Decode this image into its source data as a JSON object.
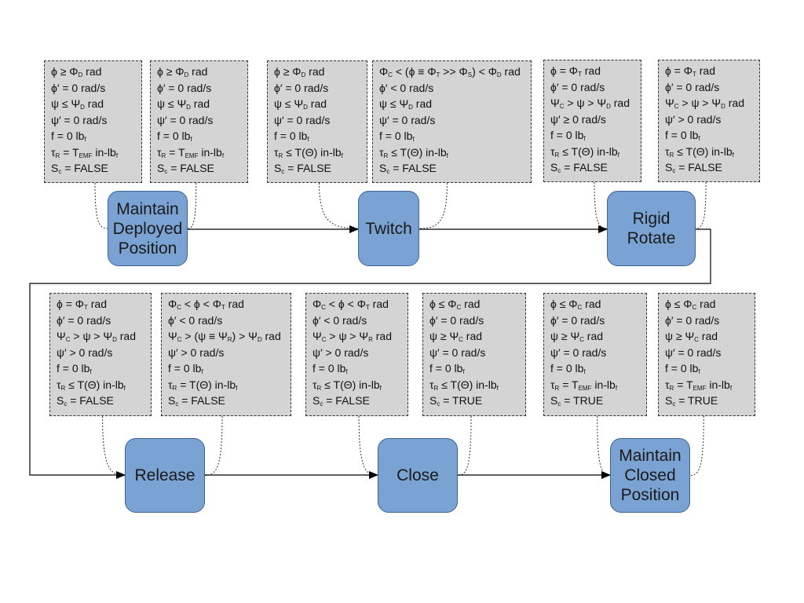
{
  "colors": {
    "state_fill": "#7aa3d3",
    "state_border": "#3c6494",
    "condition_fill": "#d4d4d4",
    "arrow": "#000000"
  },
  "states": [
    {
      "label": "Maintain\nDeployed\nPosition"
    },
    {
      "label": "Twitch"
    },
    {
      "label": "Rigid\nRotate"
    },
    {
      "label": "Release"
    },
    {
      "label": "Close"
    },
    {
      "label": "Maintain\nClosed\nPosition"
    }
  ],
  "conditions": [
    {
      "lines": [
        "ϕ ≥  Φ{D} rad",
        "ϕ′ =  0 rad/s",
        "ψ ≤  Ψ{D} rad",
        "ψ′ =  0 rad/s",
        "f  =  0 lb{f}",
        "τ{R} =  T{EMF} in-lb{f}",
        "S{c} =  FALSE"
      ]
    },
    {
      "lines": [
        "ϕ ≥  Φ{D} rad",
        "ϕ′ =  0 rad/s",
        "ψ ≤  Ψ{D} rad",
        "ψ′ =  0 rad/s",
        "f  =  0 lb{f}",
        "τ{R} =  T{EMF} in-lb{f}",
        "S{c} =  FALSE"
      ]
    },
    {
      "lines": [
        "ϕ ≥  Φ{D} rad",
        "ϕ′ =  0 rad/s",
        "ψ ≤  Ψ{D} rad",
        "ψ′ =  0 rad/s",
        "f  =  0 lb{f}",
        "τ{R} ≤  T(Θ) in-lb{f}",
        "S{c} =  FALSE"
      ]
    },
    {
      "lines": [
        "Φ{C} <  (ϕ ≡ Φ{T} >> Φ{S}) < Φ{D} rad",
        "ϕ′ <  0 rad/s",
        "ψ ≤  Ψ{D} rad",
        "ψ′ =  0 rad/s",
        "f  =  0 lb{f}",
        "τ{R} ≤  T(Θ) in-lb{f}",
        "S{c} =  FALSE"
      ]
    },
    {
      "lines": [
        "ϕ =  Φ{T} rad",
        "ϕ′ =  0 rad/s",
        "Ψ{C} > ψ > Ψ{D} rad",
        "ψ′ ≥  0 rad/s",
        "f  =  0 lb{f}",
        "τ{R} ≤  T(Θ) in-lb{f}",
        "S{c} =  FALSE"
      ]
    },
    {
      "lines": [
        "ϕ =  Φ{T} rad",
        "ϕ′ =  0 rad/s",
        "Ψ{C} > ψ > Ψ{D} rad",
        "ψ′ >  0 rad/s",
        "f  =  0 lb{f}",
        "τ{R} ≤  T(Θ) in-lb{f}",
        "S{c} =  FALSE"
      ]
    },
    {
      "lines": [
        "ϕ =  Φ{T} rad",
        "ϕ′ =  0 rad/s",
        "Ψ{C} > ψ > Ψ{D} rad",
        "ψ′ >  0 rad/s",
        "f  =  0 lb{f}",
        "τ{R} ≤  T(Θ) in-lb{f}",
        "S{c} =  FALSE"
      ]
    },
    {
      "lines": [
        "Φ{C} < ϕ < Φ{T} rad",
        "ϕ′ <  0 rad/s",
        "Ψ{C} > (ψ ≡ Ψ{R}) > Ψ{D} rad",
        "ψ′ >  0 rad/s",
        "f  =  0 lb{f}",
        "τ{R} =  T(Θ) in-lb{f}",
        "S{c} =  FALSE"
      ]
    },
    {
      "lines": [
        "Φ{C} < ϕ < Φ{T} rad",
        "ϕ′ <  0 rad/s",
        "Ψ{C} > ψ > Ψ{R} rad",
        "ψ′ >  0 rad/s",
        "f  =  0 lb{f}",
        "τ{R} ≤  T(Θ) in-lb{f}",
        "S{c} =  FALSE"
      ]
    },
    {
      "lines": [
        "ϕ ≤  Φ{C} rad",
        "ϕ′ =  0 rad/s",
        "ψ ≥  Ψ{C} rad",
        "ψ′ =  0 rad/s",
        "f  =  0 lb{f}",
        "τ{R} ≤  T(Θ) in-lb{f}",
        "S{c} =  TRUE"
      ]
    },
    {
      "lines": [
        "ϕ ≤ Φ{C} rad",
        "ϕ′ =  0 rad/s",
        "ψ ≥  Ψ{C} rad",
        "ψ′ =  0 rad/s",
        "f  =  0 lb{f}",
        "τ{R} =  T{EMF} in-lb{f}",
        "S{c} =  TRUE"
      ]
    },
    {
      "lines": [
        "ϕ ≤ Φ{C} rad",
        "ϕ′ =  0 rad/s",
        "ψ ≥  Ψ{C} rad",
        "ψ′ =  0 rad/s",
        "f  =  0 lb{f}",
        "τ{R} =  T{EMF} in-lb{f}",
        "S{c} =  TRUE"
      ]
    }
  ]
}
